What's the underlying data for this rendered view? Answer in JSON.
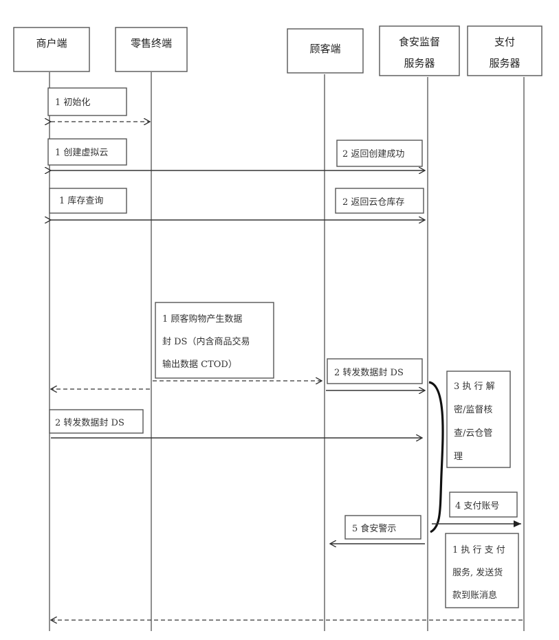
{
  "participants": {
    "merchant": "商户端",
    "terminal": "零售终端",
    "customer": "顾客端",
    "food_server_l1": "食安监督",
    "food_server_l2": "服务器",
    "pay_server_l1": "支付",
    "pay_server_l2": "服务器"
  },
  "messages": {
    "init": "1 初始化",
    "create_cloud": "1 创建虚拟云",
    "create_ok": "2 返回创建成功",
    "inventory_query": "1 库存查询",
    "return_inventory": "2 返回云仓库存",
    "purchase_l1": "1 顾客购物产生数据",
    "purchase_l2": "封 DS（内含商品交易",
    "purchase_l3": "输出数据 CTOD）",
    "forward_ds_customer": "2 转发数据封 DS",
    "forward_ds_merchant": "2 转发数据封 DS",
    "execute_l1": "3 执 行 解",
    "execute_l2": "密/监督核",
    "execute_l3": "查/云仓管",
    "execute_l4": "理",
    "pay_account": "4 支付账号",
    "food_alert": "5 食安警示",
    "pay_exec_l1": "1 执 行 支 付",
    "pay_exec_l2": "服务, 发送货",
    "pay_exec_l3": "款到账消息"
  },
  "icons": [
    "arrowhead-open",
    "arrowhead-solid"
  ]
}
